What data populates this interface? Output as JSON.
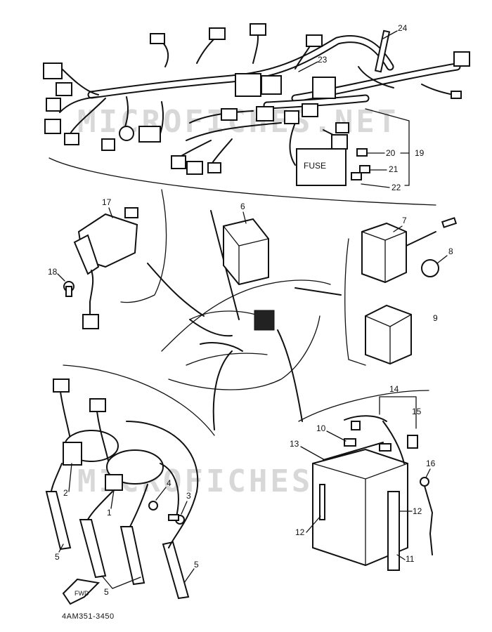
{
  "watermark": "MICROFICHES.NET",
  "fuse_label": "FUSE",
  "fwd_label": "FWD",
  "diagram_code": "4AM351-3450",
  "callouts": {
    "c1": "1",
    "c2": "2",
    "c3": "3",
    "c4": "4",
    "c5a": "5",
    "c5b": "5",
    "c5c": "5",
    "c6": "6",
    "c7": "7",
    "c8": "8",
    "c9": "9",
    "c10": "10",
    "c11": "11",
    "c12a": "12",
    "c12b": "12",
    "c13": "13",
    "c14": "14",
    "c15": "15",
    "c16": "16",
    "c17": "17",
    "c18": "18",
    "c19": "19",
    "c20": "20",
    "c21": "21",
    "c22": "22",
    "c23": "23",
    "c24": "24"
  }
}
